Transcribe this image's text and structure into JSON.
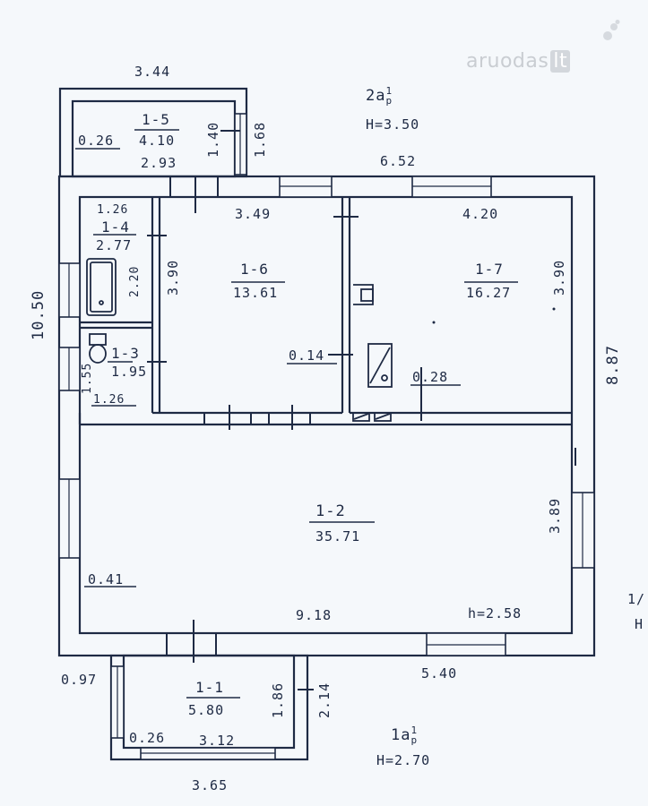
{
  "watermark": {
    "brand": "aruodas",
    "tld": "lt"
  },
  "annex": {
    "floor": "2a",
    "floor_sup": "1",
    "floor_sub": "p",
    "height": "H=3.50"
  },
  "main_floor": {
    "floor": "1a",
    "floor_sup": "1",
    "floor_sub": "p",
    "height": "H=2.70"
  },
  "side_fragment": {
    "t1": "1/",
    "t2": "H"
  },
  "rooms": [
    {
      "id": "1-1",
      "area": "5.80"
    },
    {
      "id": "1-2",
      "area": "35.71"
    },
    {
      "id": "1-3",
      "area": "1.95"
    },
    {
      "id": "1-4",
      "area": "2.77"
    },
    {
      "id": "1-5",
      "area": "4.10"
    },
    {
      "id": "1-6",
      "area": "13.61"
    },
    {
      "id": "1-7",
      "area": "16.27"
    }
  ],
  "dimensions": {
    "annex_width": "3.44",
    "annex_h1": "1.40",
    "annex_h2": "1.68",
    "annex_wall": "0.26",
    "annex_inner": "2.93",
    "house_width": "6.52",
    "wc_top": "1.26",
    "bath_h": "2.20",
    "r16_width": "3.49",
    "r16_height": "3.90",
    "r17_width": "4.20",
    "r17_height": "3.90",
    "house_height": "10.50",
    "wc_h": "1.55",
    "wc_bottom": "1.26",
    "wall_014": "0.14",
    "wall_028": "0.28",
    "right_height": "8.87",
    "r12_height": "3.89",
    "r12_wall": "0.41",
    "r12_width": "9.18",
    "r12_ceiling": "h=2.58",
    "porch_offset": "0.97",
    "right_bottom": "5.40",
    "porch_h1": "1.86",
    "porch_h2": "2.14",
    "porch_wall": "0.26",
    "porch_inner": "3.12",
    "porch_width": "3.65"
  }
}
